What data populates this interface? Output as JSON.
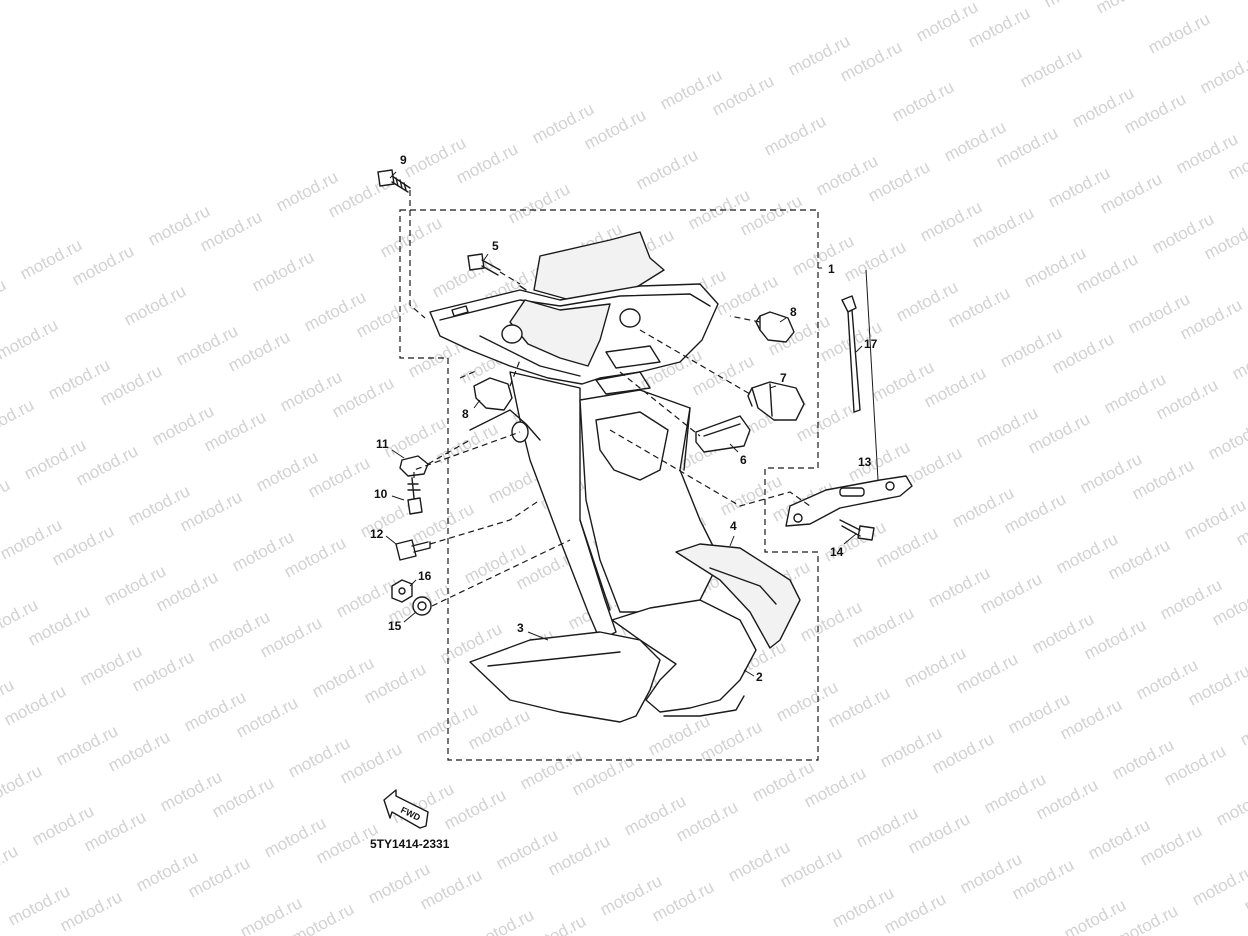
{
  "watermark": {
    "text": "motod.ru",
    "color": "#d2d2d2"
  },
  "diagram_code": "5TY1414-2331",
  "fwd_label": "FWD",
  "callouts": [
    {
      "id": "c1",
      "label": "1"
    },
    {
      "id": "c2",
      "label": "2"
    },
    {
      "id": "c3",
      "label": "3"
    },
    {
      "id": "c4",
      "label": "4"
    },
    {
      "id": "c5",
      "label": "5"
    },
    {
      "id": "c6",
      "label": "6"
    },
    {
      "id": "c7",
      "label": "7"
    },
    {
      "id": "c8a",
      "label": "8"
    },
    {
      "id": "c8b",
      "label": "8"
    },
    {
      "id": "c9",
      "label": "9"
    },
    {
      "id": "c10",
      "label": "10"
    },
    {
      "id": "c11",
      "label": "11"
    },
    {
      "id": "c12",
      "label": "12"
    },
    {
      "id": "c13",
      "label": "13"
    },
    {
      "id": "c14",
      "label": "14"
    },
    {
      "id": "c15",
      "label": "15"
    },
    {
      "id": "c16",
      "label": "16"
    },
    {
      "id": "c17",
      "label": "17"
    }
  ]
}
